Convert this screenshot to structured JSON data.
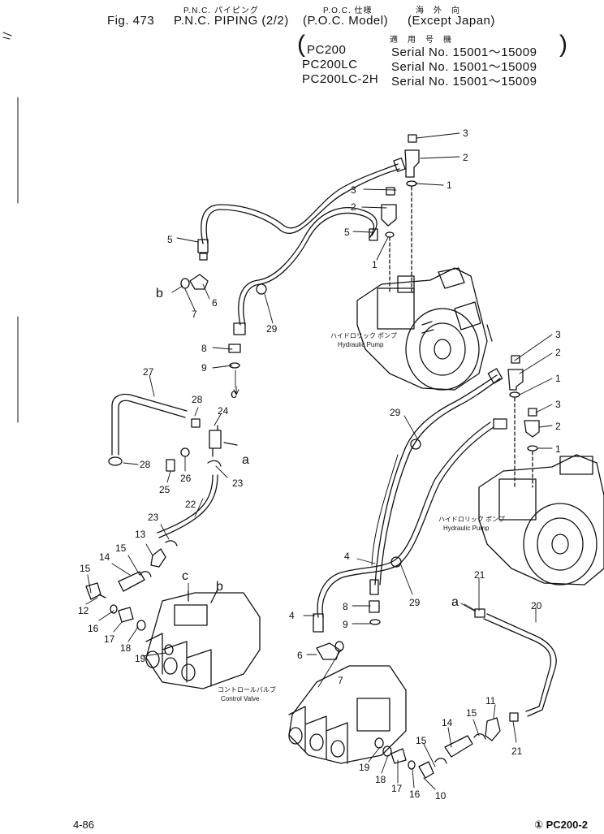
{
  "header": {
    "jp_line1_a": "P.N.C. パイピング",
    "jp_line1_b": "P.O.C. 仕様",
    "jp_line1_c": "海　外　向",
    "fig": "Fig. 473",
    "title": "P.N.C. PIPING (2/2)",
    "model": "(P.O.C. Model)",
    "except": "(Except Japan)",
    "jp_line3": "適　用　号　機",
    "applications": [
      {
        "model": "PC200",
        "serial": "Serial No. 15001～15009"
      },
      {
        "model": "PC200LC",
        "serial": "Serial No. 15001～15009"
      },
      {
        "model": "PC200LC-2H",
        "serial": "Serial No. 15001～15009"
      }
    ]
  },
  "labels": {
    "pump1_jp": "ハイドロリック ポンプ",
    "pump1_en": "Hydraulic Pump",
    "pump2_jp": "ハイドロリック ポンプ",
    "pump2_en": "Hydraulic Pump",
    "valve_jp": "コントロールバルブ",
    "valve_en": "Control Valve"
  },
  "callouts": {
    "upper": [
      "3",
      "2",
      "1",
      "3",
      "2",
      "5",
      "1",
      "5",
      "6",
      "7",
      "b",
      "29",
      "8",
      "9",
      "c"
    ],
    "right": [
      "3",
      "2",
      "1",
      "3",
      "2",
      "1",
      "29",
      "4",
      "29",
      "4",
      "8",
      "9",
      "6",
      "7"
    ],
    "left": [
      "27",
      "28",
      "24",
      "28",
      "25",
      "26",
      "a",
      "23",
      "22",
      "23",
      "13",
      "15",
      "14",
      "15",
      "12",
      "16",
      "17",
      "18",
      "19",
      "c",
      "b"
    ],
    "bottom": [
      "21",
      "a",
      "20",
      "11",
      "15",
      "21",
      "14",
      "15",
      "19",
      "18",
      "17",
      "16",
      "10"
    ]
  },
  "footer": {
    "page": "4-86",
    "model": "① PC200-2"
  }
}
